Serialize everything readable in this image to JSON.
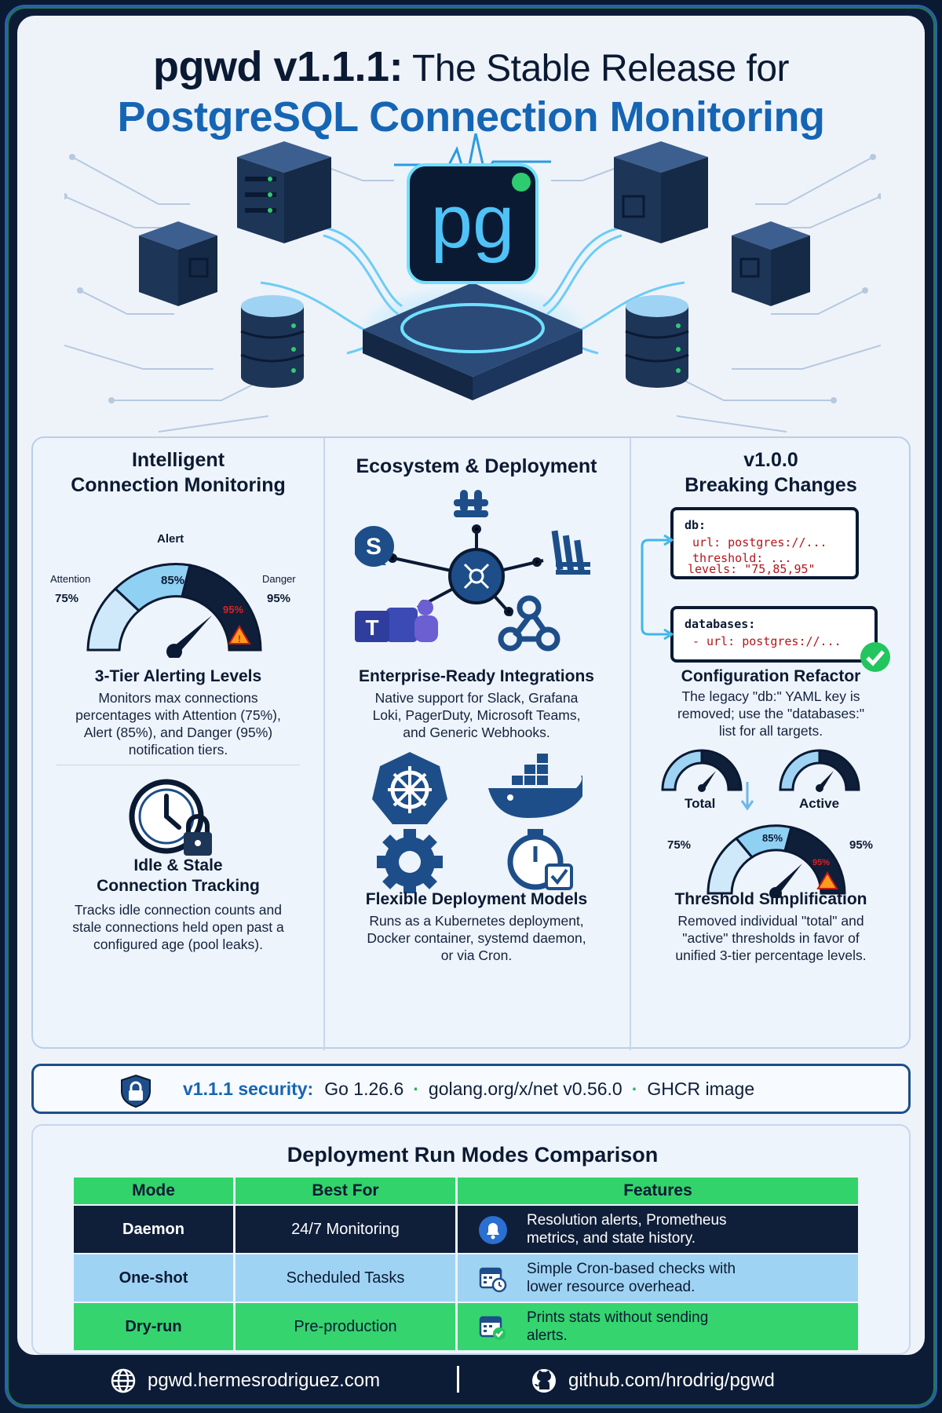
{
  "title": {
    "version": "pgwd v1.1.1:",
    "line1_rest": " The Stable Release for",
    "line2": "PostgreSQL Connection Monitoring"
  },
  "hero": {
    "logo_text": "pg"
  },
  "col1": {
    "title_line1": "Intelligent",
    "title_line2": "Connection Monitoring",
    "gauge": {
      "alert_label": "Alert",
      "attention_label": "Attention",
      "danger_label": "Danger",
      "attention_pct": "75%",
      "alert_pct": "85%",
      "danger_pct": "95%",
      "danger_inner": "95%"
    },
    "alerting_title": "3-Tier Alerting Levels",
    "alerting_desc": [
      "Monitors max connections",
      "percentages with Attention (75%),",
      "Alert (85%), and Danger (95%)",
      "notification tiers."
    ],
    "idle_title_line1": "Idle & Stale",
    "idle_title_line2": "Connection Tracking",
    "idle_desc": [
      "Tracks idle connection counts and",
      "stale connections held open past a",
      "configured age (pool leaks)."
    ]
  },
  "col2": {
    "title": "Ecosystem & Deployment",
    "integrations_title": "Enterprise-Ready Integrations",
    "integrations_desc": [
      "Native support for Slack, Grafana",
      "Loki, PagerDuty, Microsoft Teams,",
      "and Generic Webhooks."
    ],
    "deploy_title": "Flexible Deployment Models",
    "deploy_desc": [
      "Runs as a Kubernetes deployment,",
      "Docker container, systemd daemon,",
      "or via Cron."
    ]
  },
  "col3": {
    "title_line1": "v1.0.0",
    "title_line2": "Breaking Changes",
    "code_old": {
      "key": "db:",
      "l1": "url: postgres://...",
      "l2": "threshold: ...",
      "l3": "levels: \"75,85,95\""
    },
    "code_new": {
      "key": "databases:",
      "l1": "- url: postgres://..."
    },
    "refactor_title": "Configuration Refactor",
    "refactor_desc": [
      "The legacy \"db:\" YAML key is",
      "removed; use the \"databases:\"",
      "list for all targets."
    ],
    "gauge_total": "Total",
    "gauge_active": "Active",
    "g_75": "75%",
    "g_85": "85%",
    "g_95": "95%",
    "g_95_inner": "95%",
    "threshold_title": "Threshold Simplification",
    "threshold_desc": [
      "Removed individual \"total\" and",
      "\"active\" thresholds in favor of",
      "unified 3-tier percentage levels."
    ]
  },
  "security": {
    "label": "v1.1.1 security:",
    "item1": "Go 1.26.6",
    "item2": "golang.org/x/net v0.56.0",
    "item3": "GHCR image",
    "separator": "·"
  },
  "compare": {
    "title": "Deployment Run Modes Comparison",
    "headers": [
      "Mode",
      "Best For",
      "Features"
    ],
    "rows": [
      {
        "mode": "Daemon",
        "best": "24/7 Monitoring",
        "feat1": "Resolution alerts, Prometheus",
        "feat2": "metrics, and state history.",
        "icon": "bell-icon"
      },
      {
        "mode": "One-shot",
        "best": "Scheduled Tasks",
        "feat1": "Simple Cron-based checks with",
        "feat2": "lower resource overhead.",
        "icon": "calendar-clock-icon"
      },
      {
        "mode": "Dry-run",
        "best": "Pre-production",
        "feat1": "Prints stats without sending",
        "feat2": "alerts.",
        "icon": "calendar-check-icon"
      }
    ]
  },
  "footer": {
    "website": "pgwd.hermesrodriguez.com",
    "github": "github.com/hrodrig/pgwd"
  },
  "colors": {
    "accent_blue": "#1565b4",
    "navy": "#0b1a33",
    "green": "#32d36b",
    "light_blue": "#9fd3f3",
    "danger_red": "#d8151b"
  }
}
